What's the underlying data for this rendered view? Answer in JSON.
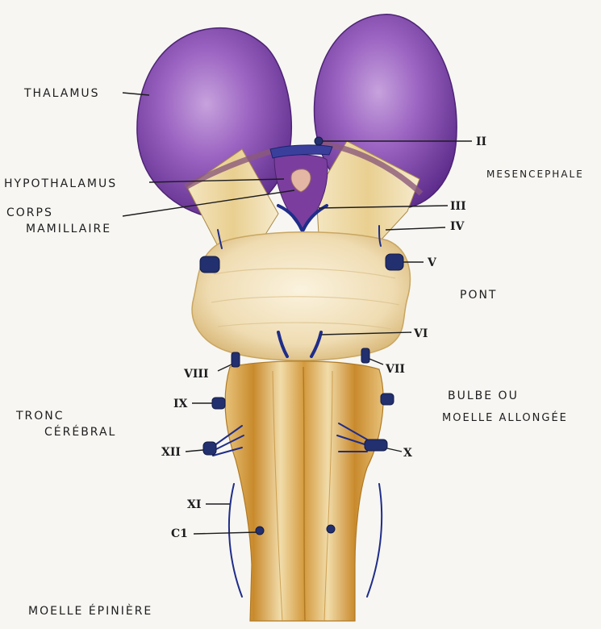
{
  "structures": {
    "thalamus": "THALAMUS",
    "hypothalamus": "HYPOTHALAMUS",
    "corps_mamillaire_line1": "CORPS",
    "corps_mamillaire_line2": "MAMILLAIRE",
    "mesencephale": "MESENCEPHALE",
    "pont": "PONT",
    "bulbe_line1": "BULBE OU",
    "bulbe_line2": "MOELLE ALLONGÉE",
    "tronc_line1": "TRONC",
    "tronc_line2": "CÉRÉBRAL",
    "moelle": "MOELLE ÉPINIÈRE"
  },
  "nerves": {
    "II": "II",
    "III": "III",
    "IV": "IV",
    "V": "V",
    "VI": "VI",
    "VII": "VII",
    "VIII": "VIII",
    "IX": "IX",
    "X": "X",
    "XI": "XI",
    "XII": "XII",
    "C1": "C1"
  },
  "colors": {
    "thalamus": "#8a4fb0",
    "thalamus_dark": "#5b2d86",
    "pont": "#f1e2bd",
    "bulbe": "#d9a24a",
    "bulbe_light": "#f0d9a6",
    "nerve": "#1f2d8a"
  }
}
